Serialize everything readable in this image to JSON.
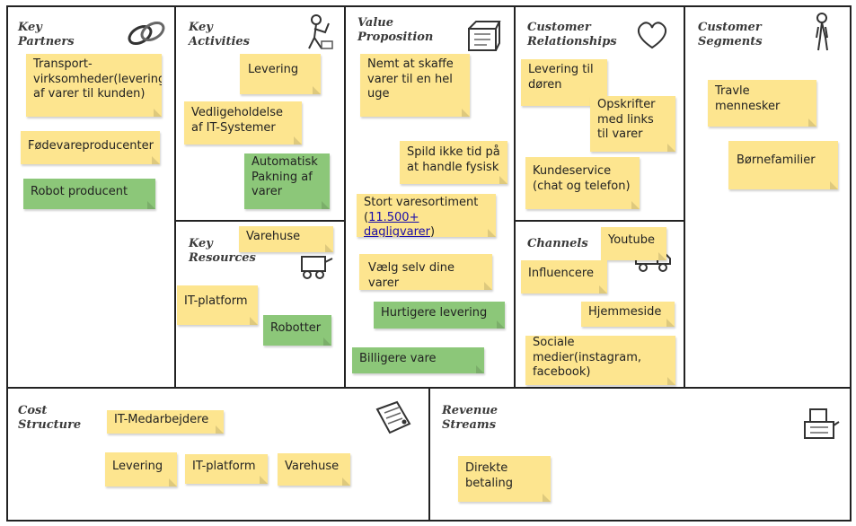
{
  "sections": {
    "key_partners": "Key\nPartners",
    "key_activities": "Key\nActivities",
    "key_resources": "Key\nResources",
    "value_proposition": "Value\nProposition",
    "customer_relationships": "Customer\nRelationships",
    "channels": "Channels",
    "customer_segments": "Customer\nSegments",
    "cost_structure": "Cost\nStructure",
    "revenue_streams": "Revenue\nStreams"
  },
  "notes": {
    "kp_transport": "Transport-\nvirksomheder(levering af varer til kunden)",
    "kp_foedevare": "Fødevareproducenter",
    "kp_robot": "Robot producent",
    "ka_levering": "Levering",
    "ka_vedligeholdelse": "Vedligeholdelse af IT-Systemer",
    "ka_pakning": "Automatisk Pakning af varer",
    "kr_varehuse": "Varehuse",
    "kr_itplatform": "IT-platform",
    "kr_robotter": "Robotter",
    "vp_nemt": "Nemt at skaffe varer til en hel uge",
    "vp_spild": "Spild ikke tid på at handle fysisk",
    "vp_sortiment_text": "Stort varesortiment (",
    "vp_sortiment_link": "11.500+ dagligvarer",
    "vp_sortiment_end": ")",
    "vp_vaelg": "Vælg selv dine varer",
    "vp_hurtigere": "Hurtigere levering",
    "vp_billigere": "Billigere vare",
    "cr_levering": "Levering til døren",
    "cr_opskrifter": "Opskrifter med links til varer",
    "cr_kundeservice": "Kundeservice (chat og telefon)",
    "ch_youtube": "Youtube",
    "ch_influencere": "Influencere",
    "ch_hjemmeside": "Hjemmeside",
    "ch_sociale": "Sociale medier(instagram, facebook)",
    "cs_travle": "Travle mennesker",
    "cs_boernefamilier": "Børnefamilier",
    "cost_itmedarbejdere": "IT-Medarbejdere",
    "cost_levering": "Levering",
    "cost_itplatform": "IT-platform",
    "cost_varehuse": "Varehuse",
    "rev_direkte": "Direkte betaling"
  },
  "colors": {
    "yellow_note": "#fde58f",
    "green_note": "#8cc779",
    "grid_line": "#222222",
    "link": "#1a0dab"
  },
  "icons": {
    "key_partners": "chain-link-icon",
    "key_activities": "worker-icon",
    "key_resources": "factory-machine-icon",
    "value_proposition": "gift-package-icon",
    "customer_relationships": "heart-icon",
    "channels": "delivery-truck-icon",
    "customer_segments": "person-icon",
    "cost_structure": "price-tag-icon",
    "revenue_streams": "cash-register-icon"
  }
}
